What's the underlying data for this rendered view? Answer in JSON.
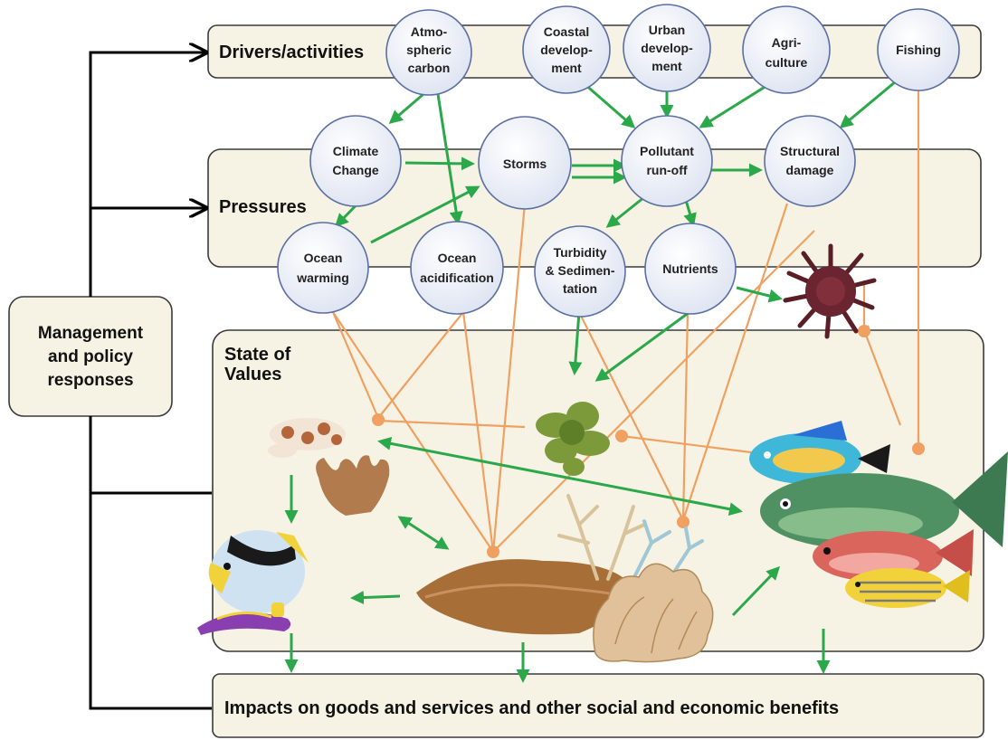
{
  "panels": {
    "drivers": "Drivers/activities",
    "pressures": "Pressures",
    "state_line1": "State of",
    "state_line2": "Values",
    "impacts": "Impacts on goods and services and other social and economic benefits"
  },
  "management": {
    "line1": "Management",
    "line2": "and policy",
    "line3": "responses"
  },
  "nodes": {
    "atmospheric_carbon": [
      "Atmo-",
      "spheric",
      "carbon"
    ],
    "coastal_development": [
      "Coastal",
      "develop-",
      "ment"
    ],
    "urban_development": [
      "Urban",
      "develop-",
      "ment"
    ],
    "agriculture": [
      "Agri-",
      "culture"
    ],
    "fishing": [
      "Fishing"
    ],
    "climate_change": [
      "Climate",
      "Change"
    ],
    "storms": [
      "Storms"
    ],
    "pollutant_runoff": [
      "Pollutant",
      "run-off"
    ],
    "structural_damage": [
      "Structural",
      "damage"
    ],
    "ocean_warming": [
      "Ocean",
      "warming"
    ],
    "ocean_acidification": [
      "Ocean",
      "acidification"
    ],
    "turbidity": [
      "Turbidity",
      "& Sedimen-",
      "tation"
    ],
    "nutrients": [
      "Nutrients"
    ]
  },
  "colors": {
    "panel_fill": "#f6f3e4",
    "node_fill": "#e9edf7",
    "node_stroke": "#5b6fa3",
    "positive_arrow": "#2aa84a",
    "negative_link": "#f0a060"
  },
  "icons": [
    "crown-of-thorns-starfish-icon",
    "seaweed-icon",
    "parrotfish-icon",
    "grouper-icon",
    "snapper-icon",
    "sweetlips-icon",
    "butterflyfish-icon",
    "nudibranch-icon",
    "harlequin-shrimp-icon",
    "sponge-icon",
    "table-coral-icon",
    "staghorn-coral-icon",
    "lettuce-coral-icon"
  ]
}
